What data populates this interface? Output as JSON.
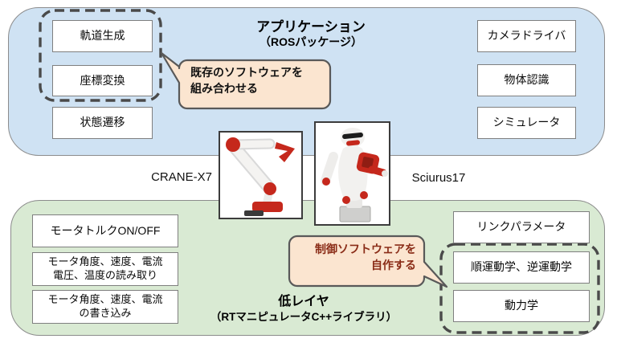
{
  "app_layer": {
    "title": "アプリケーション",
    "subtitle": "（ROSパッケージ）",
    "left_boxes": [
      [
        "軌道生成"
      ],
      [
        "座標変換"
      ],
      [
        "状態遷移"
      ]
    ],
    "right_boxes": [
      [
        "カメラドライバ"
      ],
      [
        "物体認識"
      ],
      [
        "シミュレータ"
      ]
    ],
    "callout": [
      "既存のソフトウェアを",
      "組み合わせる"
    ]
  },
  "robots": {
    "left_label": "CRANE-X7",
    "right_label": "Sciurus17"
  },
  "low_layer": {
    "title": "低レイヤ",
    "subtitle": "（RTマニピュレータC++ライブラリ）",
    "left_boxes": [
      [
        "モータトルクON/OFF"
      ],
      [
        "モータ角度、速度、電流",
        "電圧、温度の読み取り"
      ],
      [
        "モータ角度、速度、電流",
        "の書き込み"
      ]
    ],
    "right_boxes": [
      [
        "リンクパラメータ"
      ],
      [
        "順運動学、逆運動学"
      ],
      [
        "動力学"
      ]
    ],
    "callout": [
      "制御ソフトウェアを",
      "自作する"
    ]
  },
  "colors": {
    "app_bg": "#cfe2f3",
    "low_bg": "#d9ead3",
    "region_border": "#8c8c8c",
    "box_border": "#7f7f7f",
    "dashed_border": "#4a4a4a",
    "callout_bg": "#fbe5d0",
    "callout_border": "#595959",
    "callout2_text": "#8a2c17",
    "robot_red": "#c5281c"
  }
}
